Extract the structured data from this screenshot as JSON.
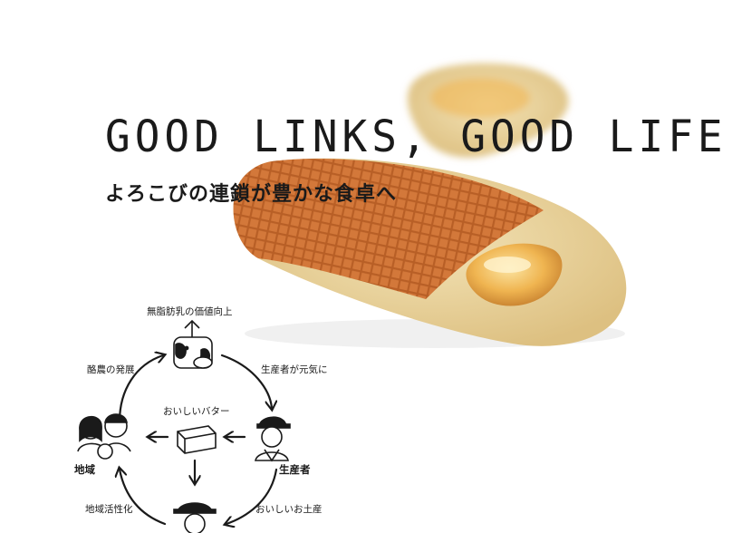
{
  "hero": {
    "title": "GOOD LINKS, GOOD LIFE",
    "subtitle": "よろこびの連鎖が豊かな食卓へ"
  },
  "diagram": {
    "top_label": "無脂肪乳の価値向上",
    "left_top_label": "酪農の発展",
    "right_top_label": "生産者が元気に",
    "center_label": "おいしいバター",
    "left_label": "地域",
    "right_label": "生産者",
    "left_bottom_label": "地域活性化",
    "right_bottom_label": "おいしいお土産"
  },
  "icons": [
    "cow-icon",
    "family-icon",
    "farmer-icon",
    "butter-icon",
    "chef-icon"
  ],
  "colors": {
    "ink": "#1a1a1a",
    "waffle": "#d7813f",
    "biscuit": "#ecd9a5",
    "butter": "#f0b24a"
  }
}
